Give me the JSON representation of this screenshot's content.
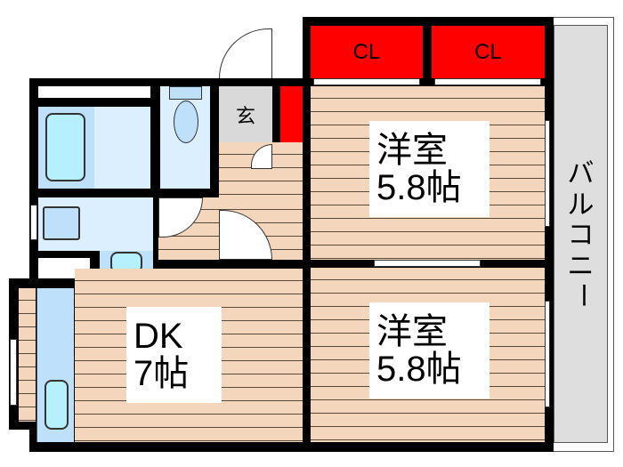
{
  "floorplan": {
    "rooms": [
      {
        "id": "western-room-1",
        "name": "洋室",
        "size": "5.8帖"
      },
      {
        "id": "western-room-2",
        "name": "洋室",
        "size": "5.8帖"
      },
      {
        "id": "dining-kitchen",
        "name": "DK",
        "size": "7帖"
      },
      {
        "id": "entrance",
        "name": "玄"
      }
    ],
    "closets": [
      {
        "label": "CL"
      },
      {
        "label": "CL"
      }
    ],
    "balcony": {
      "label": "バルコニー",
      "chars": [
        "バ",
        "ル",
        "コ",
        "ニ",
        "ー"
      ]
    },
    "colors": {
      "wall": "#000000",
      "floor": "#f3d6bc",
      "closet": "#ff0000",
      "wet_area": "#dcefff",
      "entrance": "#d9d9d9",
      "balcony": "#dedede"
    }
  }
}
